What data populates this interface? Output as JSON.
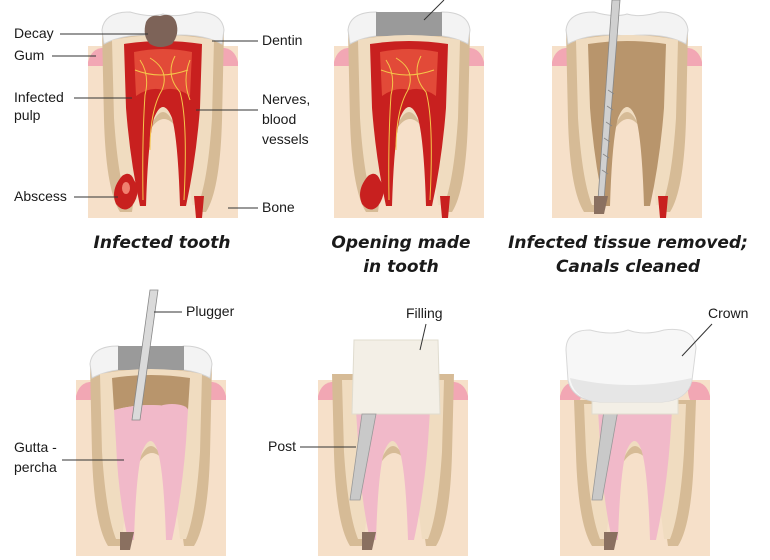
{
  "panels": [
    {
      "caption_lines": [
        "Infected tooth"
      ],
      "labels": {
        "decay": "Decay",
        "dentin": "Dentin",
        "gum": "Gum",
        "infected_pulp": [
          "Infected",
          "pulp"
        ],
        "nerves": [
          "Nerves,",
          "blood",
          "vessels"
        ],
        "abscess": "Abscess",
        "bone": "Bone"
      }
    },
    {
      "caption_lines": [
        "Opening made",
        "in tooth"
      ]
    },
    {
      "caption_lines": [
        "Infected tissue removed;",
        "Canals cleaned"
      ]
    },
    {
      "labels": {
        "plugger": "Plugger",
        "gutta": [
          "Gutta -",
          "percha"
        ]
      }
    },
    {
      "labels": {
        "filling": "Filling",
        "post": "Post"
      }
    },
    {
      "labels": {
        "crown": "Crown"
      }
    }
  ],
  "colors": {
    "bone": "#f6e0c9",
    "bone_dots": "#c9a488",
    "bone_edge": "#ead0b6",
    "gum": "#f2a7b4",
    "enamel": "#f3f3f3",
    "enamel_edge": "#d3d3d3",
    "dentin": "#d6bb96",
    "dentin_inner": "#f0dcc0",
    "pulp_infected": "#c8201f",
    "pulp_light": "#e8553e",
    "nerve": "#f5c64a",
    "canal_clean": "#b8956c",
    "gutta": "#f1b9c9",
    "post": "#c9c9c9",
    "filling": "#f3efe6",
    "crown": "#f7f7f7",
    "decay": "#7d6358",
    "gray_fill": "#9a9a9a"
  }
}
